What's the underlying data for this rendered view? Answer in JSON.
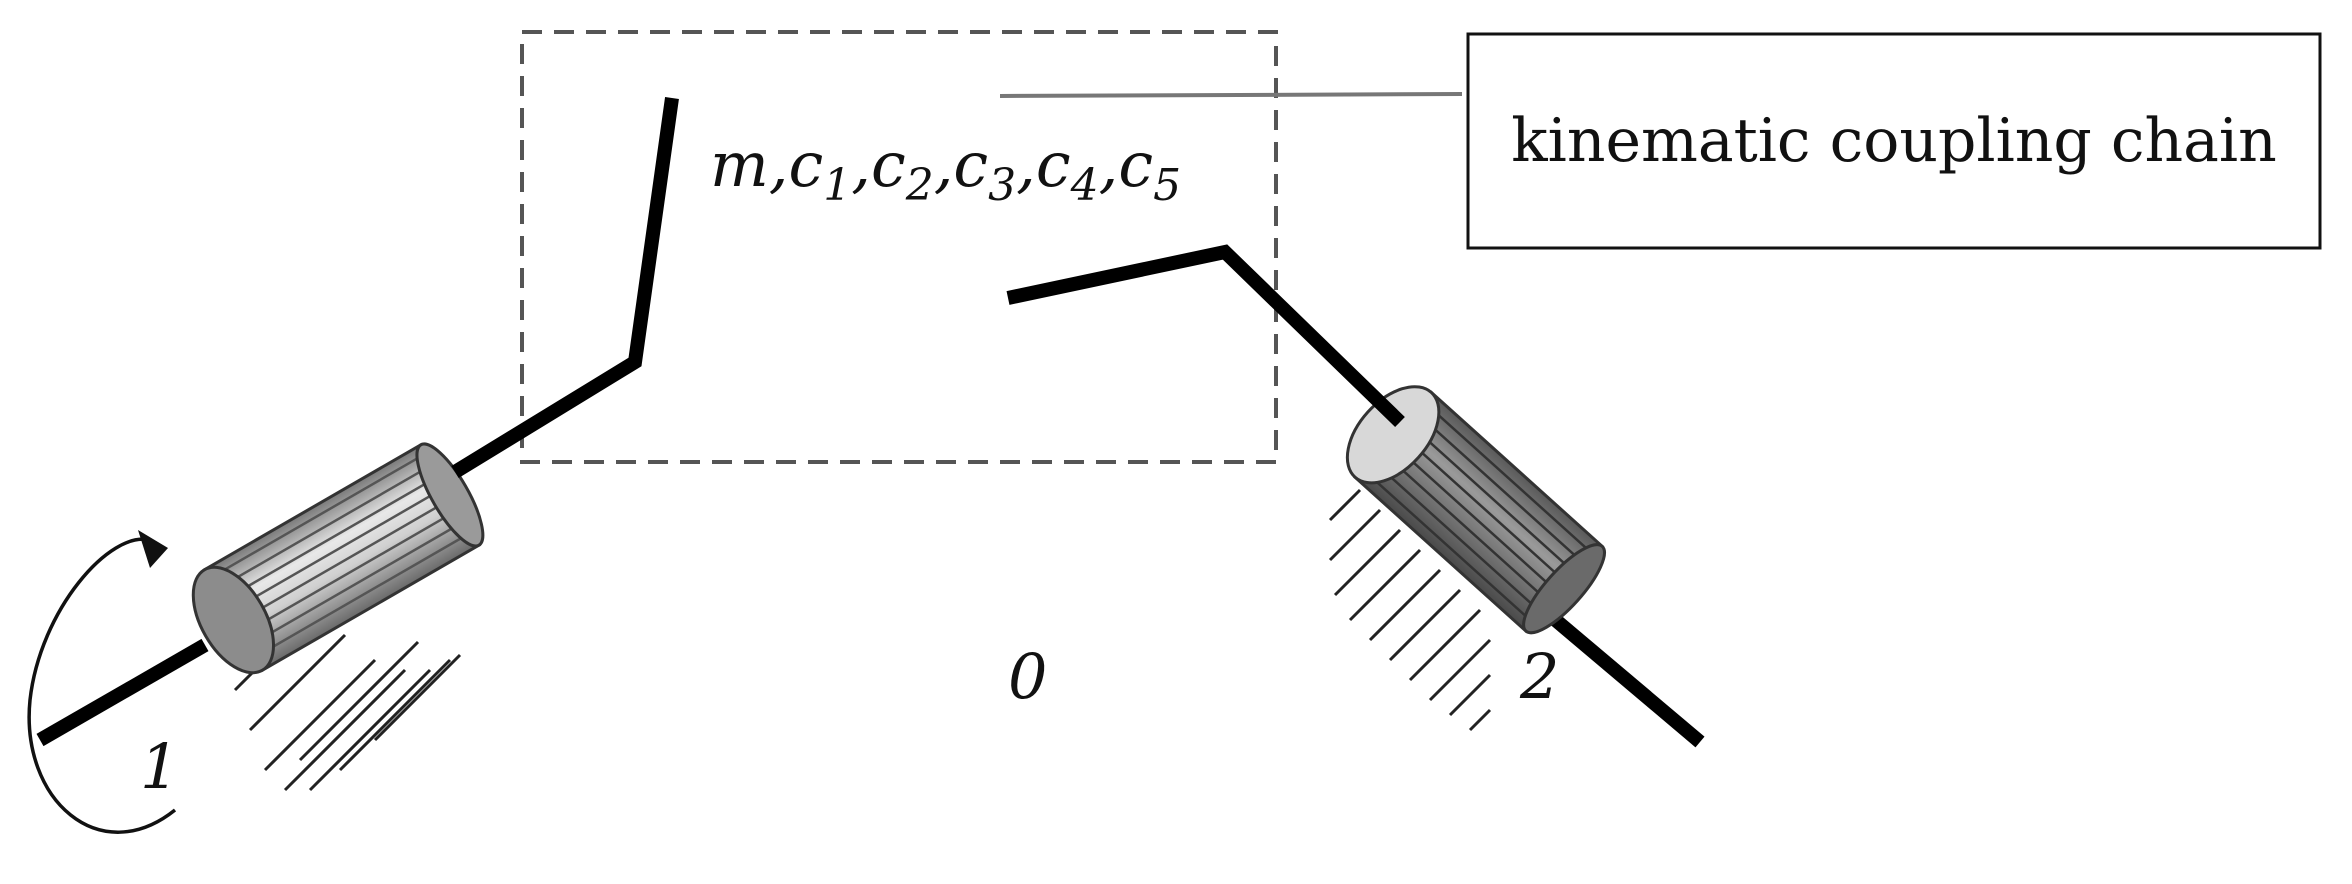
{
  "callout_label": "kinematic coupling chain",
  "parameters": {
    "m": "m",
    "sep": ",",
    "c": "c",
    "subscripts": [
      "1",
      "2",
      "3",
      "4",
      "5"
    ]
  },
  "labels": {
    "input_shaft": "1",
    "output_shaft": "2",
    "frame": "0"
  }
}
